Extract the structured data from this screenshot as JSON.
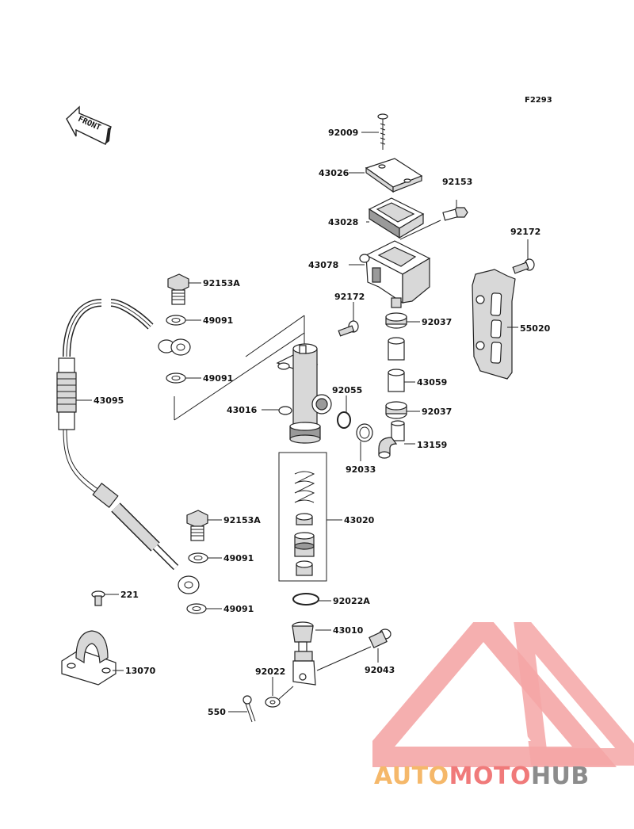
{
  "figure_code": "F2293",
  "front_arrow_text": "FRONT",
  "parts": {
    "p92009": "92009",
    "p43026": "43026",
    "p92153": "92153",
    "p43028": "43028",
    "p92172_top": "92172",
    "p43078": "43078",
    "p92153A_top": "92153A",
    "p49091_a": "49091",
    "p49091_b": "49091",
    "p92172_mid": "92172",
    "p92037_a": "92037",
    "p55020": "55020",
    "p43095": "43095",
    "p92055": "92055",
    "p43059": "43059",
    "p43016": "43016",
    "p92037_b": "92037",
    "p13159": "13159",
    "p92033": "92033",
    "p43020": "43020",
    "p92153A_bot": "92153A",
    "p49091_c": "49091",
    "p49091_d": "49091",
    "p221": "221",
    "p92022A": "92022A",
    "p43010": "43010",
    "p92022": "92022",
    "p92043": "92043",
    "p13070": "13070",
    "p550": "550"
  },
  "watermark": {
    "part1": "AUTO",
    "part2": "MOTO",
    "part3": "HUB",
    "colors": {
      "auto": "#f5b86a",
      "moto": "#f07a7a",
      "hub": "#8c8c8c",
      "logo": "#f4a6a6"
    }
  }
}
